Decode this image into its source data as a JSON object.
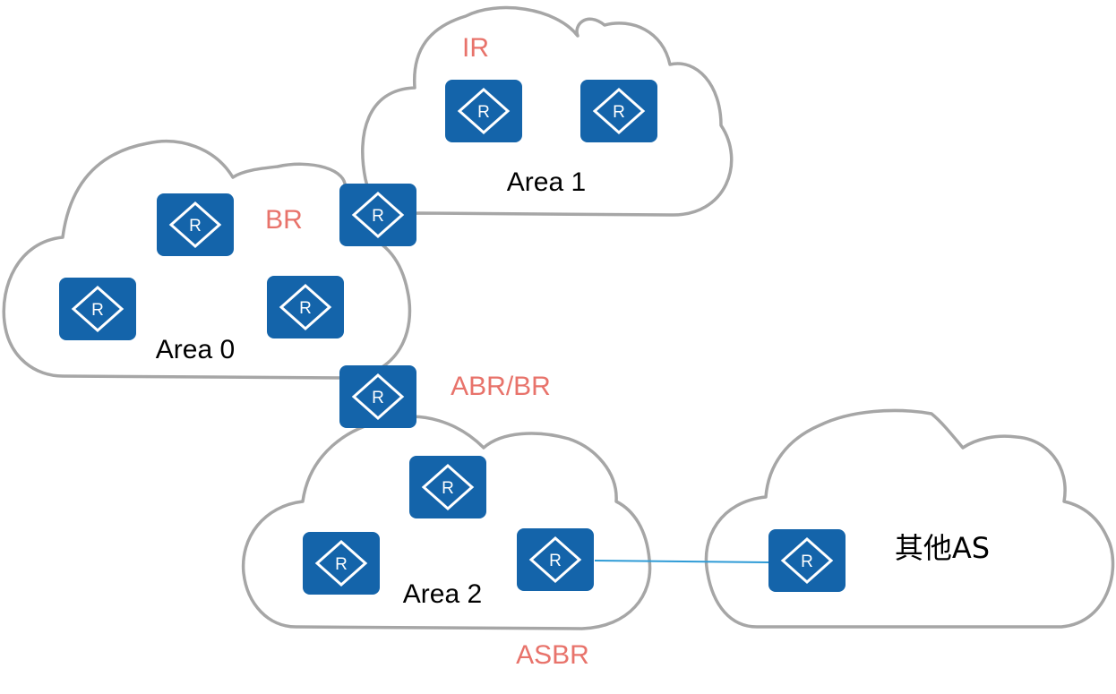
{
  "colors": {
    "role_label": "#e8736b",
    "area_label": "#000000",
    "router_fill": "#1464aa",
    "router_symbol": "#ffffff",
    "cloud_stroke": "#a6a6a6",
    "link": "#2e9bd6"
  },
  "icons": {
    "router": "router-icon",
    "cloud": "cloud-shape"
  },
  "router_symbol": "R",
  "areas": {
    "area0": "Area 0",
    "area1": "Area 1",
    "area2": "Area 2",
    "other_as": "其他AS"
  },
  "roles": {
    "ir": "IR",
    "br": "BR",
    "abr_br": "ABR/BR",
    "asbr": "ASBR"
  }
}
